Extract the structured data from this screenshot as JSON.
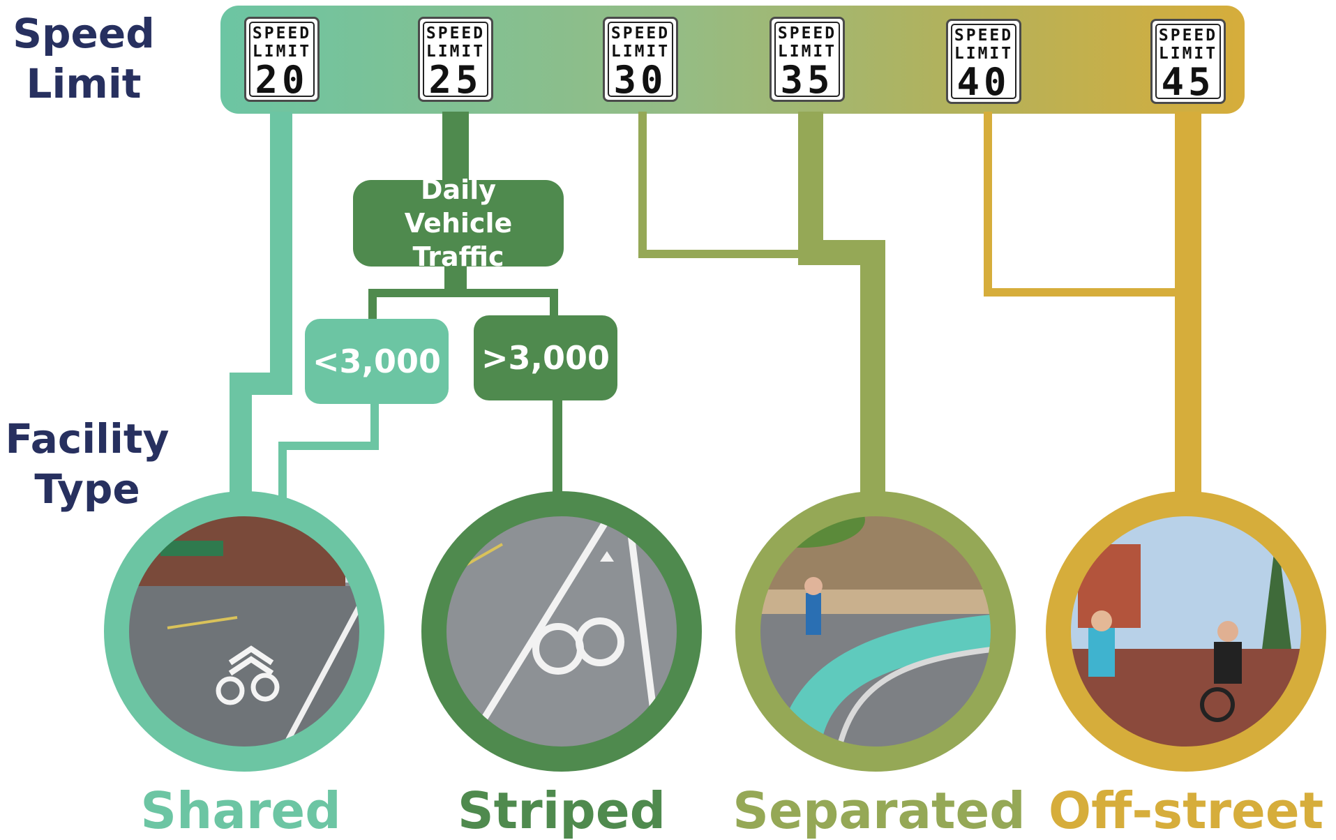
{
  "labels": {
    "speed_limit": "Speed Limit",
    "facility_type": "Facility Type"
  },
  "signs": [
    {
      "line1": "SPEED",
      "line2": "LIMIT",
      "value": "20"
    },
    {
      "line1": "SPEED",
      "line2": "LIMIT",
      "value": "25"
    },
    {
      "line1": "SPEED",
      "line2": "LIMIT",
      "value": "30"
    },
    {
      "line1": "SPEED",
      "line2": "LIMIT",
      "value": "35"
    },
    {
      "line1": "SPEED",
      "line2": "LIMIT",
      "value": "40"
    },
    {
      "line1": "SPEED",
      "line2": "LIMIT",
      "value": "45"
    }
  ],
  "traffic": {
    "title": "Daily Vehicle Traffic",
    "low": "<3,000",
    "high": ">3,000"
  },
  "facilities": [
    {
      "name": "Shared",
      "color": "#6cc5a3",
      "photo": "street-with-sharrow"
    },
    {
      "name": "Striped",
      "color": "#4f8a4e",
      "photo": "painted-bike-lane"
    },
    {
      "name": "Separated",
      "color": "#95a856",
      "photo": "green-separated-bike-lane"
    },
    {
      "name": "Off-street",
      "color": "#d6ad3b",
      "photo": "off-street-trail"
    }
  ],
  "colors": {
    "label_text": "#27305f",
    "bar_start": "#6cc5a3",
    "bar_end": "#d6ad3b",
    "traffic_box": "#4f8a4e",
    "low_box": "#6cc5a3"
  }
}
